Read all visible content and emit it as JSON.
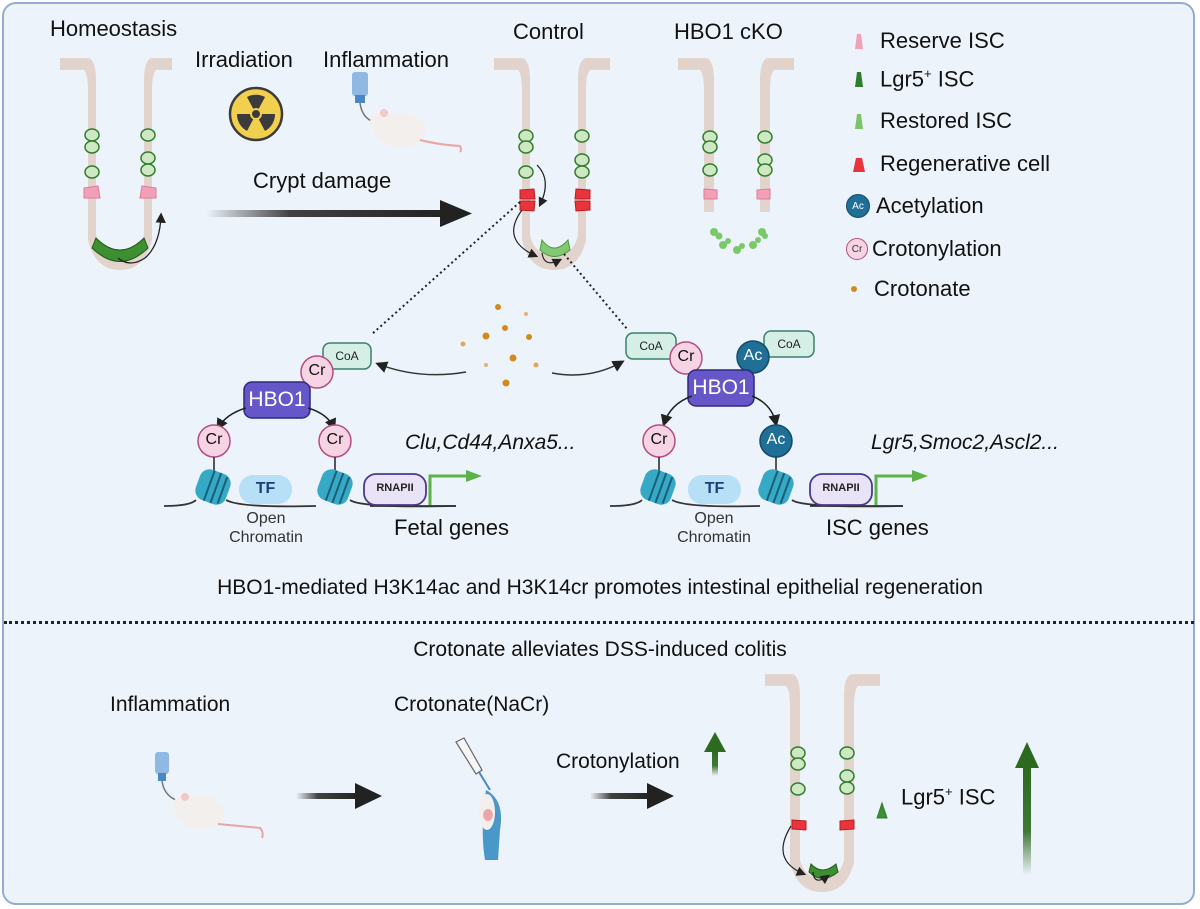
{
  "top_panel": {
    "homeostasis_label": "Homeostasis",
    "irradiation_label": "Irradiation",
    "inflammation_label": "Inflammation",
    "crypt_damage_label": "Crypt damage",
    "control_label": "Control",
    "hbo1_cko_label": "HBO1 cKO"
  },
  "legend": {
    "items": [
      {
        "label": "Reserve ISC",
        "icon": "reserve-isc-cell",
        "color": "#f2a0b8"
      },
      {
        "label": "Lgr5",
        "sup": "+",
        "suffix": " ISC",
        "icon": "lgr5-isc-cell",
        "color": "#2f7d2a"
      },
      {
        "label": "Restored ISC",
        "icon": "restored-isc-cell",
        "color": "#7cc46a"
      },
      {
        "label": "Regenerative cell",
        "icon": "regenerative-cell",
        "color": "#e8343a"
      },
      {
        "label": "Acetylation",
        "icon": "ac-circle",
        "color": "#1f6f97",
        "glyph": "Ac"
      },
      {
        "label": "Crotonylation",
        "icon": "cr-circle",
        "color": "#f6d4e4",
        "glyph": "Cr"
      },
      {
        "label": "Crotonate",
        "icon": "crotonate-dot",
        "color": "#d28a1c"
      }
    ]
  },
  "mechanism": {
    "left": {
      "enzyme": "HBO1",
      "cofactor": "CoA",
      "mark_top": "Cr",
      "mark_left": "Cr",
      "mark_right": "Cr",
      "tf": "TF",
      "polymerase": "RNAPII",
      "region_label_line1": "Open",
      "region_label_line2": "Chromatin",
      "genes_italic": "Clu,Cd44,Anxa5...",
      "genes_label": "Fetal genes"
    },
    "right": {
      "enzyme": "HBO1",
      "cofactor_left": "CoA",
      "cofactor_right": "CoA",
      "mark_top_left": "Cr",
      "mark_top_right": "Ac",
      "mark_left": "Cr",
      "mark_right": "Ac",
      "tf": "TF",
      "polymerase": "RNAPII",
      "region_label_line1": "Open",
      "region_label_line2": "Chromatin",
      "genes_italic": "Lgr5,Smoc2,Ascl2...",
      "genes_label": "ISC genes"
    },
    "caption": "HBO1-mediated H3K14ac and H3K14cr promotes intestinal epithelial regeneration"
  },
  "bottom_panel": {
    "title": "Crotonate alleviates DSS-induced colitis",
    "inflammation_label": "Inflammation",
    "crotonate_label": "Crotonate(NaCr)",
    "crotonylation_label": "Crotonylation",
    "lgr5_label": "Lgr5",
    "lgr5_sup": "+",
    "lgr5_suffix": " ISC"
  },
  "colors": {
    "background": "#edf3fa",
    "frame": "#93acd0",
    "hbo1": "#6657c8",
    "coa": "#d5efe6",
    "cr": "#f6d4e4",
    "ac": "#1f6f97",
    "nucleosome": "#35a9c6",
    "tf": "#b7e0f7",
    "rnapii": "#e9e3f7",
    "tss_arrow": "#5cb34a",
    "up_arrow": "#2c6a1f",
    "crypt_tissue": "#e2d3cc"
  }
}
